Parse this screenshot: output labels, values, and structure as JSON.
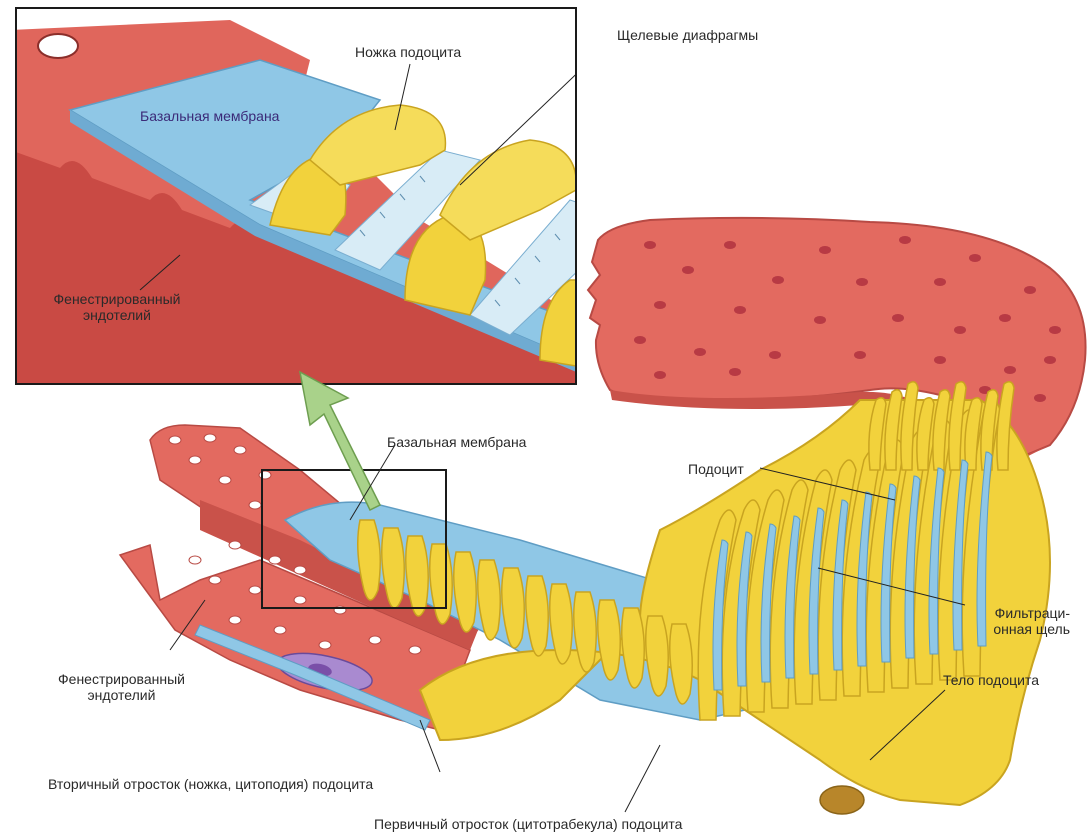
{
  "colors": {
    "endothelium": "#e0665c",
    "endothelium_dark": "#b84a44",
    "endothelium_light": "#f08a7e",
    "membrane": "#8fc7e6",
    "membrane_dark": "#5f9dc4",
    "podocyte": "#f2d23c",
    "podocyte_dark": "#c9a420",
    "arrow": "#a9d28a",
    "pore": "#ffffff",
    "dot": "#b83a44"
  },
  "labels": {
    "inset_basal_membrane": "Базальная мембрана",
    "podocyte_foot": "Ножка подоцита",
    "slit_diaphragms": "Щелевые диафрагмы",
    "inset_fenestrated_line1": "Фенестрированный",
    "inset_fenestrated_line2": "эндотелий",
    "basal_membrane": "Базальная мембрана",
    "podocyte": "Подоцит",
    "filtration_slit_line1": "Фильтраци-",
    "filtration_slit_line2": "онная щель",
    "fenestrated_line1": "Фенестрированный",
    "fenestrated_line2": "эндотелий",
    "podocyte_body": "Тело подоцита",
    "secondary_process": "Вторичный отросток (ножка, цитоподия) подоцита",
    "primary_process": "Первичный отросток (цитотрабекула) подоцита"
  }
}
